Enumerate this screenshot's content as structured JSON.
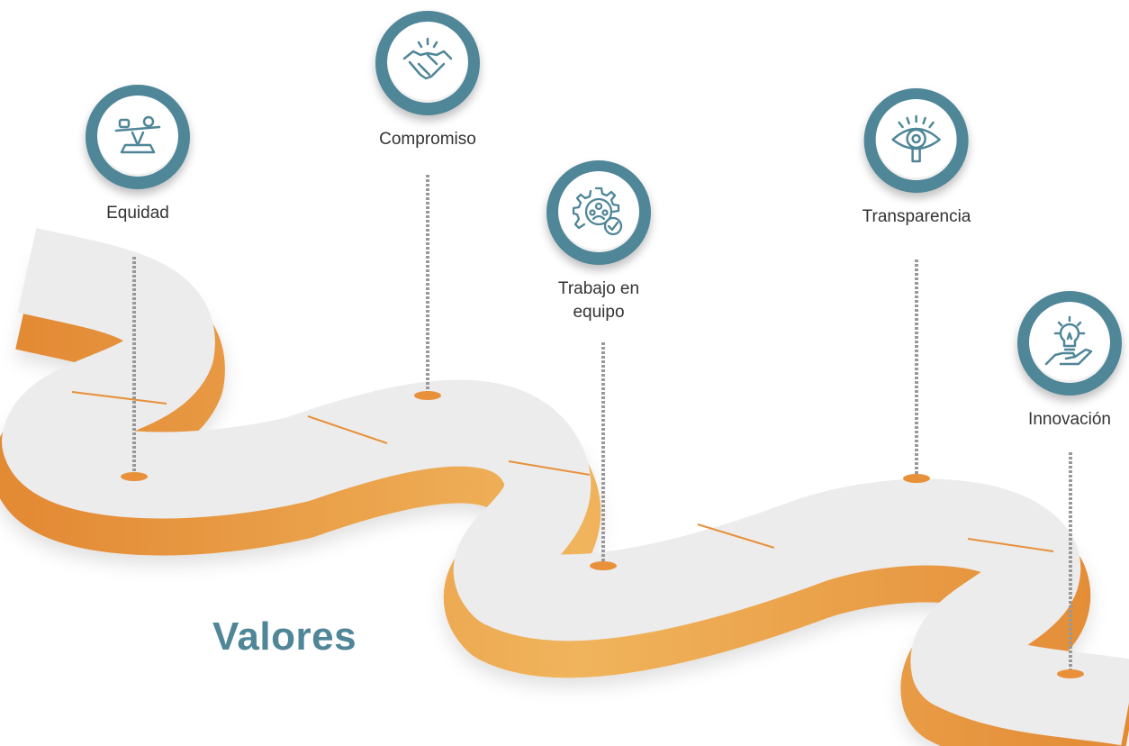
{
  "title": "Valores",
  "colors": {
    "accent_teal": "#4f8698",
    "road_orange": "#e8913a",
    "road_surface": "#ececec",
    "stem_gray": "#999999"
  },
  "values": [
    {
      "label": "Equidad",
      "icon": "scale-icon"
    },
    {
      "label": "Compromiso",
      "icon": "handshake-icon"
    },
    {
      "label": "Trabajo en equipo",
      "icon": "team-gear-icon"
    },
    {
      "label": "Transparencia",
      "icon": "eye-icon"
    },
    {
      "label": "Innovación",
      "icon": "lightbulb-hand-icon"
    }
  ]
}
